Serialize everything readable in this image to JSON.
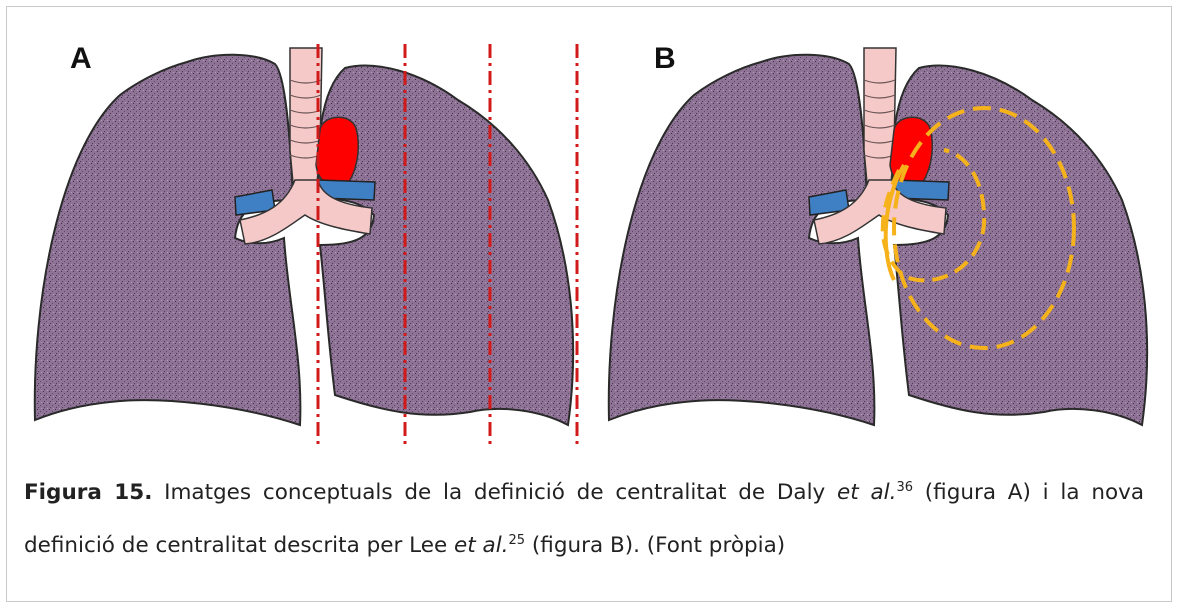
{
  "figure": {
    "panels": [
      {
        "letter": "A"
      },
      {
        "letter": "B"
      }
    ],
    "colors": {
      "lung": "#8e7396",
      "lung_outline": "#2a2a2a",
      "airway": "#f6c9c9",
      "heart": "#ff0000",
      "vein": "#3f7fc4",
      "guide_lines": "#d11a1a",
      "zones": "#f5b21b"
    },
    "caption": {
      "label": "Figura 15.",
      "text1": " Imatges conceptuals de la definició de centralitat de Daly ",
      "etal1": "et al.",
      "ref1": "36",
      "text2": " (figura A) i la nova definició de centralitat descrita per Lee ",
      "etal2": "et al.",
      "ref2": "25",
      "text3": " (figura B). (Font pròpia)"
    }
  }
}
